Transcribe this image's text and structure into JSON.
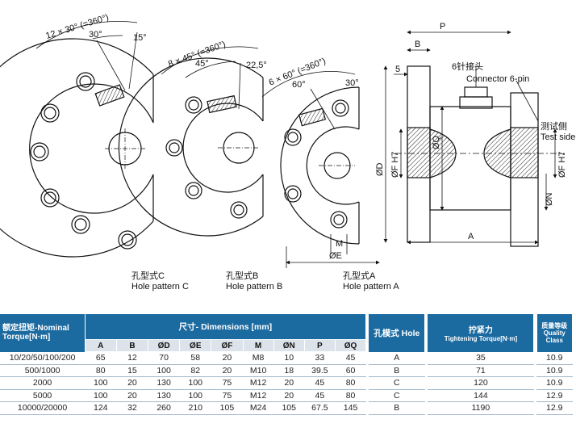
{
  "drawing": {
    "pattern_c": {
      "label_cn": "孔型式C",
      "label_en": "Hole pattern C",
      "ann_count": "12 × 30° (=360°)",
      "ann_angle": "30°",
      "ann_offset": "15°"
    },
    "pattern_b": {
      "label_cn": "孔型式B",
      "label_en": "Hole pattern B",
      "ann_count": "8 × 45° (=360°)",
      "ann_angle": "45°",
      "ann_offset": "22,5°"
    },
    "pattern_a": {
      "label_cn": "孔型式A",
      "label_en": "Hole pattern A",
      "ann_count": "6 × 60° (=360°)",
      "ann_angle": "60°",
      "ann_offset": "30°"
    },
    "dims": {
      "m": "M",
      "oe": "ØE",
      "od": "ØD",
      "of": "ØF H7",
      "oq": "ØQ",
      "on": "ØN",
      "a": "A",
      "b": "B",
      "p": "P",
      "five": "5"
    },
    "connector_cn": "6针接头",
    "connector_en": "Connector 6-pin",
    "test_side_cn": "测试侧",
    "test_side_en": "Test side"
  },
  "table": {
    "header": {
      "torque_cn": "额定扭矩-Nominal",
      "torque_en": "Torque[N·m]",
      "dimensions": "尺寸- Dimensions [mm]",
      "hole": "孔模式 Hole",
      "tight_cn": "拧紧力",
      "tight_en": "Tightening Torque[N·m]",
      "quality_cn": "质量等级",
      "quality_en1": "Quality",
      "quality_en2": "Class",
      "sub": [
        "A",
        "B",
        "ØD",
        "ØE",
        "ØF",
        "M",
        "ØN",
        "P",
        "ØQ"
      ]
    },
    "rows": [
      {
        "torque": "10/20/50/100/200",
        "vals": [
          "65",
          "12",
          "70",
          "58",
          "20",
          "M8",
          "10",
          "33",
          "45"
        ],
        "hole": "A",
        "tight": "35",
        "quality": "10.9"
      },
      {
        "torque": "500/1000",
        "vals": [
          "80",
          "15",
          "100",
          "82",
          "20",
          "M10",
          "18",
          "39.5",
          "60"
        ],
        "hole": "B",
        "tight": "71",
        "quality": "10.9"
      },
      {
        "torque": "2000",
        "vals": [
          "100",
          "20",
          "130",
          "100",
          "75",
          "M12",
          "20",
          "45",
          "80"
        ],
        "hole": "C",
        "tight": "120",
        "quality": "10.9"
      },
      {
        "torque": "5000",
        "vals": [
          "100",
          "20",
          "130",
          "100",
          "75",
          "M12",
          "20",
          "45",
          "80"
        ],
        "hole": "C",
        "tight": "144",
        "quality": "12.9"
      },
      {
        "torque": "10000/20000",
        "vals": [
          "124",
          "32",
          "260",
          "210",
          "105",
          "M24",
          "105",
          "67.5",
          "145"
        ],
        "hole": "B",
        "tight": "1190",
        "quality": "12.9"
      }
    ]
  }
}
